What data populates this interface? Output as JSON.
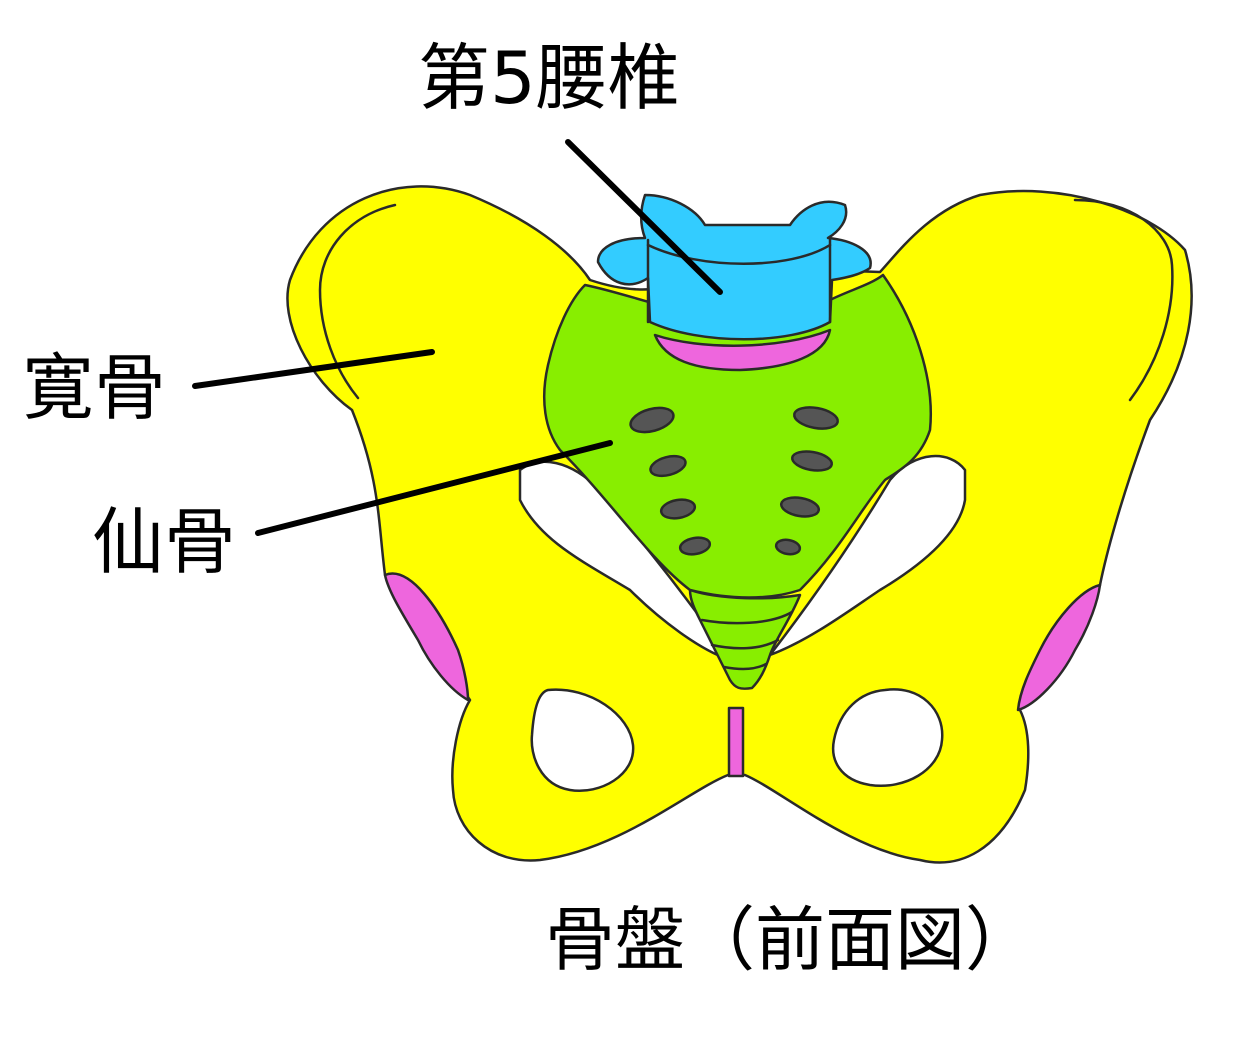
{
  "labels": {
    "l5_vertebra": "第5腰椎",
    "hip_bone": "寛骨",
    "sacrum": "仙骨",
    "caption": "骨盤（前面図）"
  },
  "colors": {
    "hip_bone": "#ffff00",
    "sacrum": "#88ee00",
    "vertebra": "#33ccff",
    "cartilage": "#ee66dd",
    "foramen": "#555555",
    "outline": "#2a2a2a",
    "text": "#000000",
    "background": "#ffffff"
  }
}
